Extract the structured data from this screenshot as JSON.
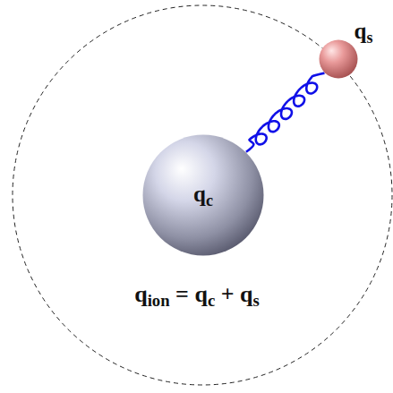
{
  "diagram": {
    "nodes": [
      {
        "text": [
          "qion = qc + qs"
        ]
      },
      {
        "text": [
          "qc"
        ],
        "in": 0
      },
      {
        "text": [
          "qs"
        ]
      }
    ],
    "edges": [
      {
        "from": 1,
        "to": 2,
        "arrow": "none"
      }
    ]
  }
}
